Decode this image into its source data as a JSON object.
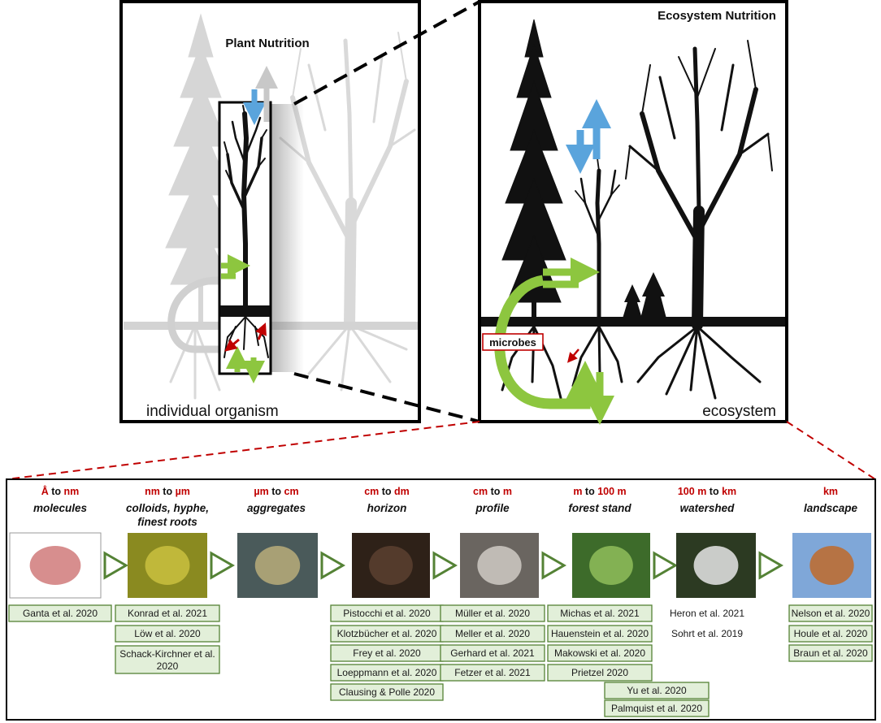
{
  "panels": {
    "plant": {
      "title": "Plant Nutrition",
      "caption": "individual organism"
    },
    "ecosystem": {
      "title": "Ecosystem Nutrition",
      "caption": "ecosystem",
      "microbes_label": "microbes"
    }
  },
  "colors": {
    "scale_red": "#c00000",
    "dash_red": "#c00000",
    "arrow_green": "#8dc63f",
    "arrow_blue": "#5aa4dc",
    "ref_fill": "#e2efd9",
    "ref_border": "#548235"
  },
  "scales": [
    {
      "from": "Å",
      "to_word": "to",
      "to": "nm",
      "level": "molecules",
      "level2": "",
      "photo": "molecule-image",
      "refs": [
        "Ganta et al. 2020"
      ]
    },
    {
      "from": "nm",
      "to_word": "to",
      "to": "µm",
      "level": "colloids, hyphe,",
      "level2": "finest roots",
      "photo": "colloid-image",
      "refs": [
        "Konrad et al. 2021",
        "Löw et al. 2020",
        "Schack-Kirchner et al.|2020"
      ]
    },
    {
      "from": "µm",
      "to_word": "to",
      "to": "cm",
      "level": "aggregates",
      "level2": "",
      "photo": "aggregate-image",
      "refs": []
    },
    {
      "from": "cm",
      "to_word": "to",
      "to": "dm",
      "level": "horizon",
      "level2": "",
      "photo": "horizon-image",
      "refs": [
        "Pistocchi et al. 2020",
        "Klotzbücher et al. 2020",
        "Frey et al. 2020",
        "Loeppmann et al. 2020",
        "Clausing & Polle 2020"
      ]
    },
    {
      "from": "cm",
      "to_word": "to",
      "to": "m",
      "level": "profile",
      "level2": "",
      "photo": "profile-image",
      "refs": [
        "Müller et al. 2020",
        "Meller et al. 2020",
        "Gerhard et al. 2021",
        "Fetzer et al. 2021"
      ]
    },
    {
      "from": "m",
      "to_word": "to",
      "to": "100 m",
      "level": "forest stand",
      "level2": "",
      "photo": "forest-image",
      "refs": [
        "Michas et al. 2021",
        "Hauenstein et al. 2020",
        "Makowski et al. 2020",
        "Prietzel 2020",
        "Yu et al. 2020",
        "Palmquist et al. 2020"
      ]
    },
    {
      "from": "100 m",
      "to_word": "to",
      "to": "km",
      "level": "watershed",
      "level2": "",
      "photo": "watershed-image",
      "refs": [
        "Heron et al. 2021",
        "Sohrt et al. 2019"
      ]
    },
    {
      "from": "",
      "to_word": "",
      "to": "km",
      "level": "landscape",
      "level2": "",
      "photo": "landscape-image",
      "refs": [
        "Nelson et al. 2020",
        "Houle et al. 2020",
        "Braun et al. 2020"
      ]
    }
  ]
}
